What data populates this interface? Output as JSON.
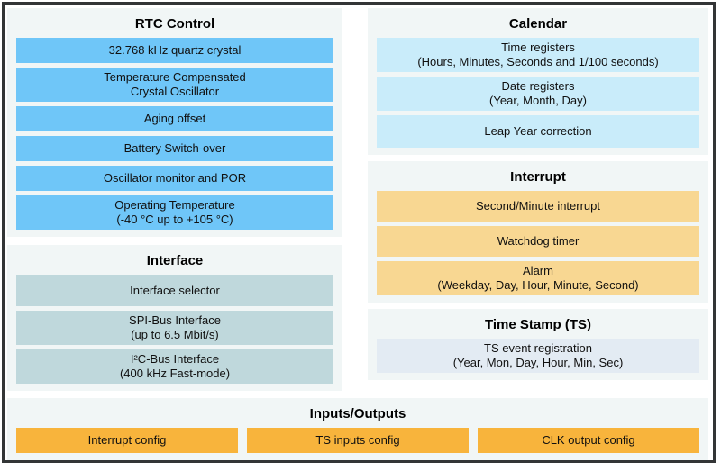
{
  "rtc_control": {
    "title": "RTC Control",
    "items": [
      "32.768 kHz quartz crystal",
      "Temperature Compensated\nCrystal Oscillator",
      "Aging offset",
      "Battery Switch-over",
      "Oscillator monitor and POR",
      "Operating Temperature\n(-40 °C up to +105 °C)"
    ]
  },
  "interface": {
    "title": "Interface",
    "items": [
      "Interface selector",
      "SPI-Bus Interface\n(up to 6.5 Mbit/s)",
      "I²C-Bus Interface\n(400 kHz Fast-mode)"
    ]
  },
  "calendar": {
    "title": "Calendar",
    "items": [
      "Time registers\n(Hours, Minutes, Seconds and 1/100 seconds)",
      "Date registers\n(Year, Month, Day)",
      "Leap Year correction"
    ]
  },
  "interrupt": {
    "title": "Interrupt",
    "items": [
      "Second/Minute interrupt",
      "Watchdog timer",
      "Alarm\n(Weekday, Day, Hour, Minute, Second)"
    ]
  },
  "timestamp": {
    "title": "Time Stamp (TS)",
    "items": [
      "TS event registration\n(Year, Mon, Day, Hour, Min, Sec)"
    ]
  },
  "inputs_outputs": {
    "title": "Inputs/Outputs",
    "items": [
      "Interrupt config",
      "TS inputs config",
      "CLK output config"
    ]
  },
  "colors": {
    "frame_border": "#333536",
    "panel_background": "#f1f6f6",
    "rtc_block_blue": "#6fc6f8",
    "interface_block_gray": "#bfd8dc",
    "calendar_block_lightblue": "#c9ecfa",
    "interrupt_block_peach": "#f8d792",
    "timestamp_block_paleblue": "#e3ebf3",
    "io_block_orange": "#f8b43c",
    "text": "#000000"
  }
}
